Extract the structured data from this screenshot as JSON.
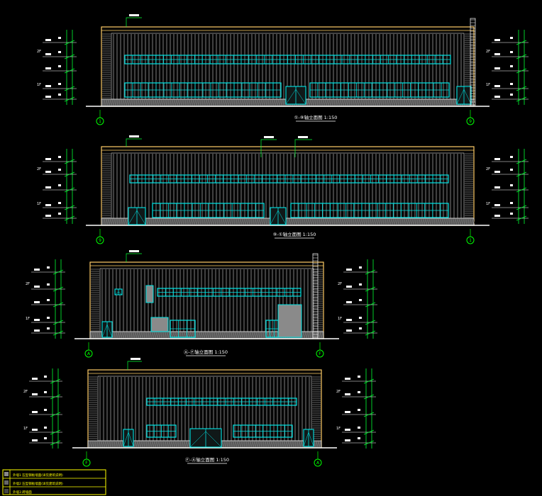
{
  "colors": {
    "background": "#000000",
    "outline": "#ffcc66",
    "cladding": "#9a9a9a",
    "window": "#00e5e5",
    "dimension": "#00ff33",
    "axis": "#00ff00",
    "white": "#ffffff",
    "legend_border": "#ffff00"
  },
  "elevations": [
    {
      "id": "elev-1",
      "title": "①-⑨轴立面图",
      "scale": "1:150",
      "axis_left": "1",
      "axis_right": "9",
      "floors": [
        "2F",
        "1F"
      ]
    },
    {
      "id": "elev-2",
      "title": "⑨-①轴立面图",
      "scale": "1:150",
      "axis_left": "9",
      "axis_right": "1",
      "floors": [
        "2F",
        "1F"
      ]
    },
    {
      "id": "elev-3",
      "title": "Ⓐ-Ⓕ轴立面图",
      "scale": "1:150",
      "axis_left": "A",
      "axis_right": "F",
      "floors": [
        "2F",
        "1F"
      ]
    },
    {
      "id": "elev-4",
      "title": "Ⓕ-Ⓐ轴立面图",
      "scale": "1:150",
      "axis_left": "F",
      "axis_right": "A",
      "floors": [
        "2F",
        "1F"
      ]
    }
  ],
  "legend": {
    "rows": [
      "外墙1 压型钢板墙面(详见建筑说明)",
      "外墙2 压型钢板墙面(详见建筑说明)",
      "外墙3 砖墙面"
    ]
  }
}
